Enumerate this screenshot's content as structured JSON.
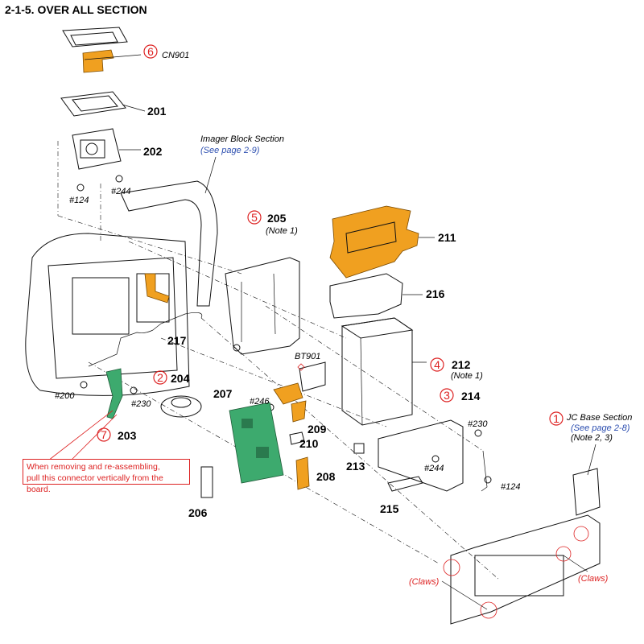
{
  "title": "2-1-5. OVER ALL  SECTION",
  "colors": {
    "callout_red": "#dd2222",
    "link_blue": "#2d4fb0",
    "flex_orange": "#f0a020",
    "board_green": "#3daa6e"
  },
  "parts": [
    {
      "id": "p201",
      "label": "201"
    },
    {
      "id": "p202",
      "label": "202"
    },
    {
      "id": "p203",
      "label": "203"
    },
    {
      "id": "p204",
      "label": "204"
    },
    {
      "id": "p205",
      "label": "205"
    },
    {
      "id": "p206",
      "label": "206"
    },
    {
      "id": "p207",
      "label": "207"
    },
    {
      "id": "p208",
      "label": "208"
    },
    {
      "id": "p209",
      "label": "209"
    },
    {
      "id": "p210",
      "label": "210"
    },
    {
      "id": "p211",
      "label": "211"
    },
    {
      "id": "p212",
      "label": "212"
    },
    {
      "id": "p213",
      "label": "213"
    },
    {
      "id": "p214",
      "label": "214"
    },
    {
      "id": "p215",
      "label": "215"
    },
    {
      "id": "p216",
      "label": "216"
    },
    {
      "id": "p217",
      "label": "217"
    }
  ],
  "callouts": [
    {
      "id": "c1",
      "num": "1"
    },
    {
      "id": "c2",
      "num": "2"
    },
    {
      "id": "c3",
      "num": "3"
    },
    {
      "id": "c4",
      "num": "4"
    },
    {
      "id": "c5",
      "num": "5"
    },
    {
      "id": "c6",
      "num": "6"
    },
    {
      "id": "c7",
      "num": "7"
    }
  ],
  "screws": {
    "s124a": "#124",
    "s244a": "#244",
    "s200": "#200",
    "s230a": "#230",
    "s246": "#246",
    "s230b": "#230",
    "s244b": "#244",
    "s124b": "#124"
  },
  "labels": {
    "cn901": "CN901",
    "bt901": "BT901",
    "note1_205": "(Note 1)",
    "note1_212": "(Note 1)",
    "note23": "(Note 2, 3)",
    "claws_left": "(Claws)",
    "claws_right": "(Claws)"
  },
  "sections": {
    "imager_title": "Imager Block Section",
    "imager_link": "(See page 2-9)",
    "jc_title": "JC Base Section",
    "jc_link": "(See page 2-8)"
  },
  "warning": {
    "line1": "When removing and re-assembling,",
    "line2": "pull this connector vertically from the board."
  }
}
